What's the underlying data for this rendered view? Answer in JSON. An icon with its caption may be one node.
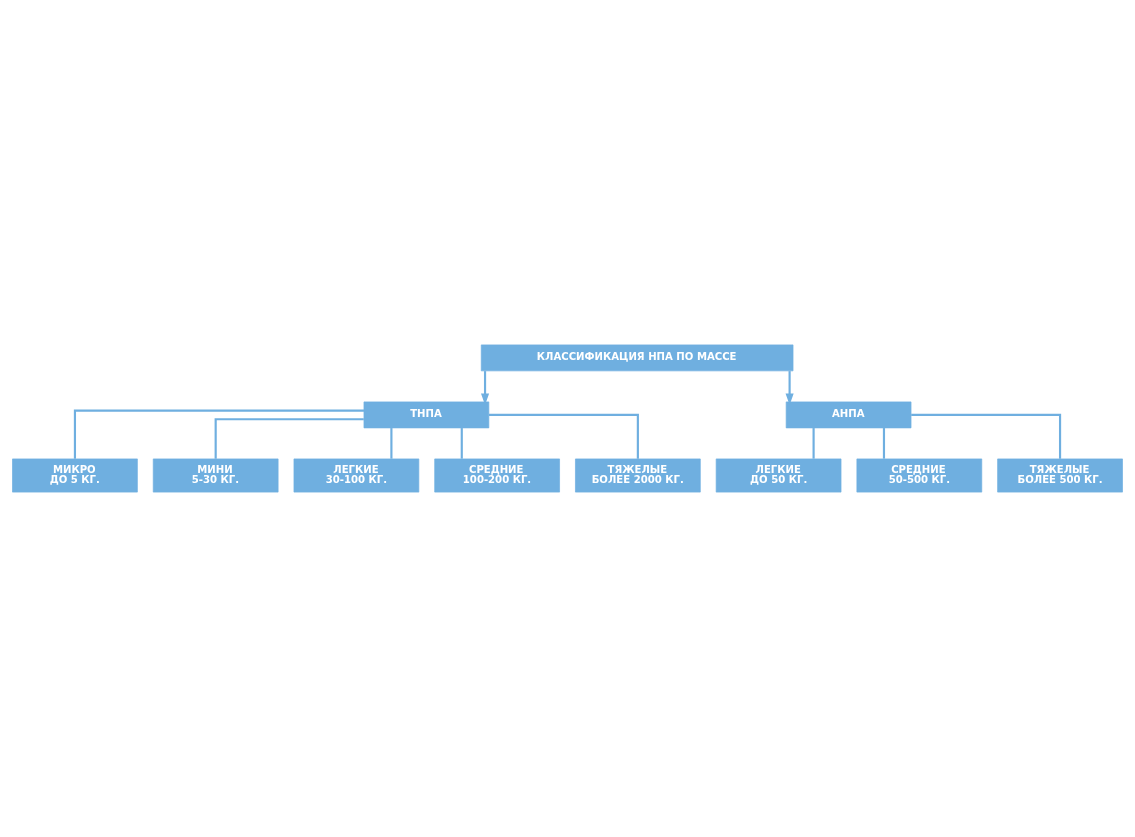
{
  "diagram": {
    "nodes": [
      {
        "text": [
          "КЛАССИФИКАЦИЯ НПА ПО МАССЕ"
        ]
      },
      {
        "text": [
          "ТНПА"
        ]
      },
      {
        "text": [
          "АНПА"
        ]
      },
      {
        "text": [
          "МИКРО",
          "ДО 5 КГ."
        ]
      },
      {
        "text": [
          "МИНИ",
          "5-30 КГ."
        ]
      },
      {
        "text": [
          "ЛЕГКИЕ",
          "30-100 КГ."
        ]
      },
      {
        "text": [
          "СРЕДНИЕ",
          "100-200 КГ."
        ]
      },
      {
        "text": [
          "ТЯЖЕЛЫЕ",
          "БОЛЕЕ 2000 КГ."
        ]
      },
      {
        "text": [
          "ЛЕГКИЕ",
          "ДО 50 КГ."
        ]
      },
      {
        "text": [
          "СРЕДНИЕ",
          "50-500 КГ."
        ]
      },
      {
        "text": [
          "ТЯЖЕЛЫЕ",
          "БОЛЕЕ 500 КГ."
        ]
      }
    ],
    "edges": [
      {
        "from": 0,
        "to": 1,
        "arrow": "to"
      },
      {
        "from": 0,
        "to": 2,
        "arrow": "to"
      },
      {
        "from": 1,
        "to": 3,
        "arrow": "none"
      },
      {
        "from": 1,
        "to": 4,
        "arrow": "none"
      },
      {
        "from": 1,
        "to": 5,
        "arrow": "none"
      },
      {
        "from": 1,
        "to": 6,
        "arrow": "none"
      },
      {
        "from": 1,
        "to": 7,
        "arrow": "none"
      },
      {
        "from": 2,
        "to": 8,
        "arrow": "none"
      },
      {
        "from": 2,
        "to": 9,
        "arrow": "none"
      },
      {
        "from": 2,
        "to": 10,
        "arrow": "none"
      }
    ]
  }
}
